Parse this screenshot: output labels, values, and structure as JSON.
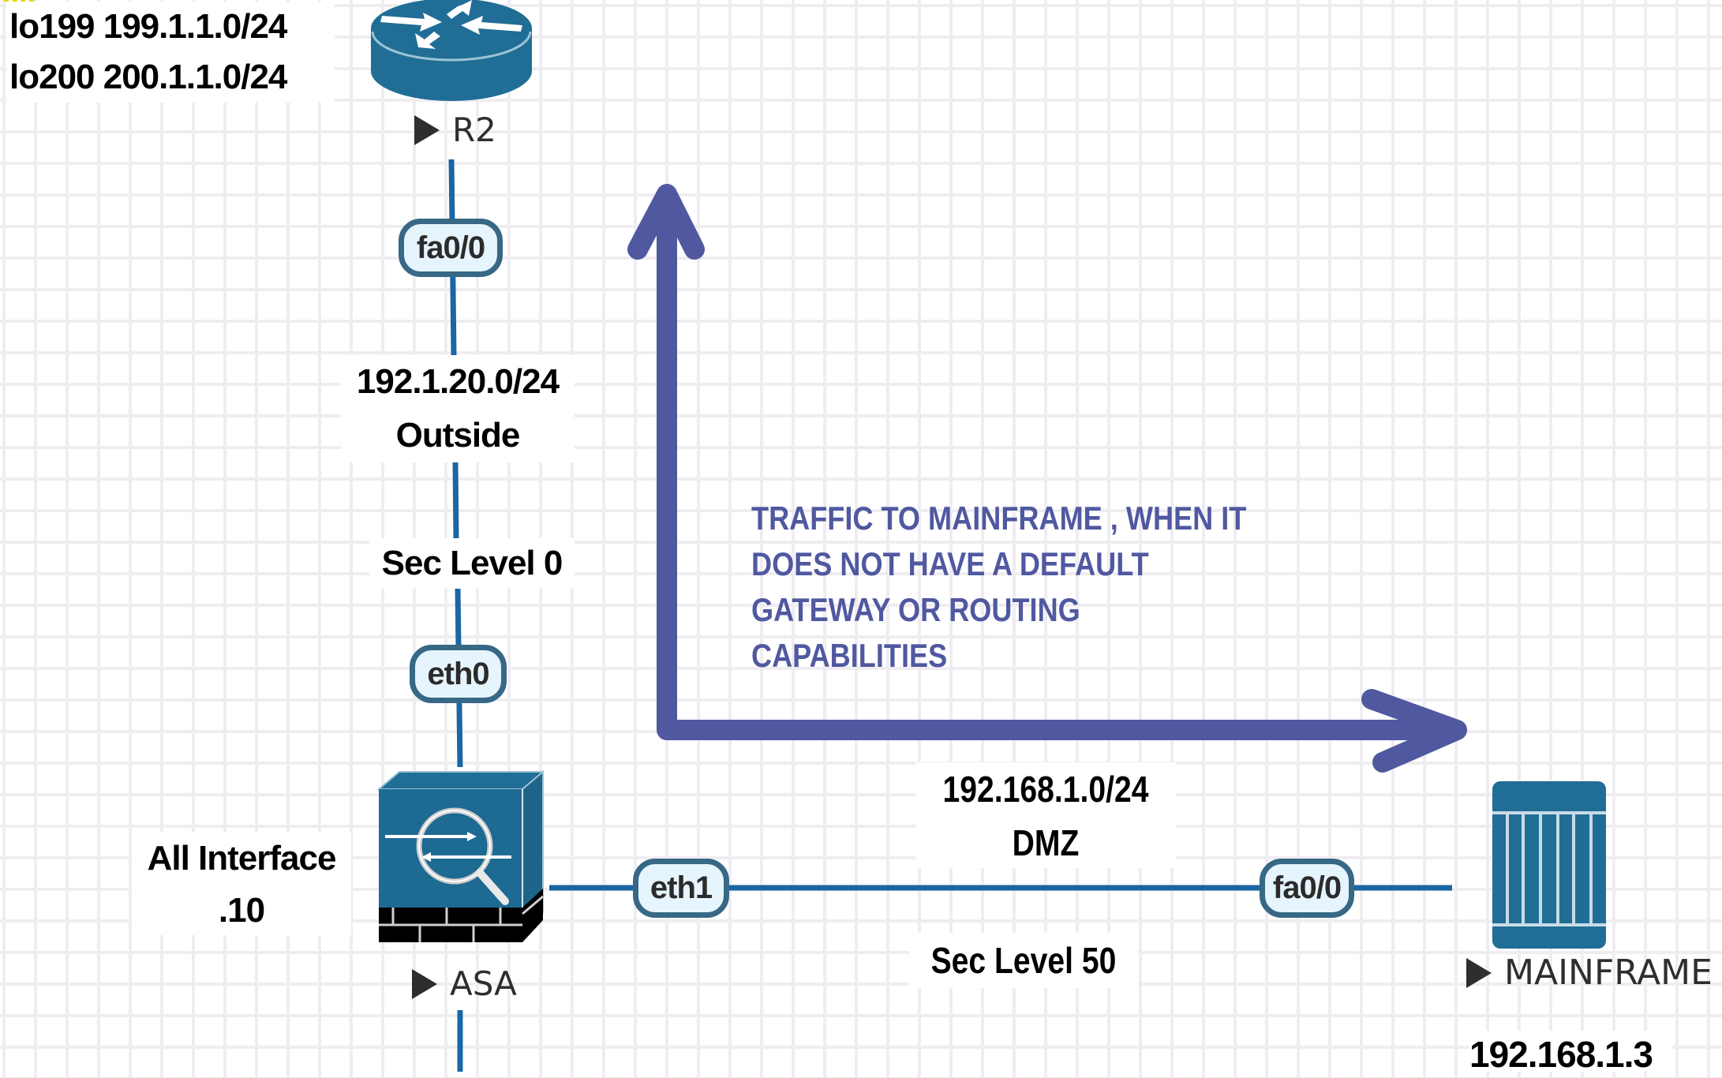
{
  "diagram": {
    "type": "network-topology",
    "colors": {
      "link": "#1b66a3",
      "device": "#206e96",
      "tag_border": "#376886",
      "tag_fill": "#e6f4fd",
      "annotation": "#5058a0",
      "grid": "#efedf1"
    },
    "devices": {
      "r2": {
        "name": "R2",
        "icon": "router-icon"
      },
      "asa": {
        "name": "ASA",
        "icon": "firewall-icon"
      },
      "mainframe": {
        "name": "MAINFRAME",
        "icon": "mainframe-icon"
      }
    },
    "interface_tags": {
      "r2_fa00": "fa0/0",
      "asa_eth0": "eth0",
      "asa_eth1": "eth1",
      "mainframe_fa00": "fa0/0"
    },
    "labels": {
      "loopbacks": [
        "lo199 199.1.1.0/24",
        "lo200 200.1.1.0/24"
      ],
      "outside_net": [
        "192.1.20.0/24",
        "Outside"
      ],
      "outside_sec": "Sec Level 0",
      "asa_ip": [
        "All Interface",
        ".10"
      ],
      "dmz_net": [
        "192.168.1.0/24",
        "DMZ"
      ],
      "dmz_sec": "Sec Level 50",
      "mainframe_ip": "192.168.1.3"
    },
    "annotation": {
      "lines": [
        "TRAFFIC TO MAINFRAME , WHEN IT",
        "DOES NOT HAVE A DEFAULT",
        "GATEWAY OR ROUTING",
        "CAPABILITIES"
      ],
      "arrow": "bidirectional-elbow-arrow"
    }
  }
}
